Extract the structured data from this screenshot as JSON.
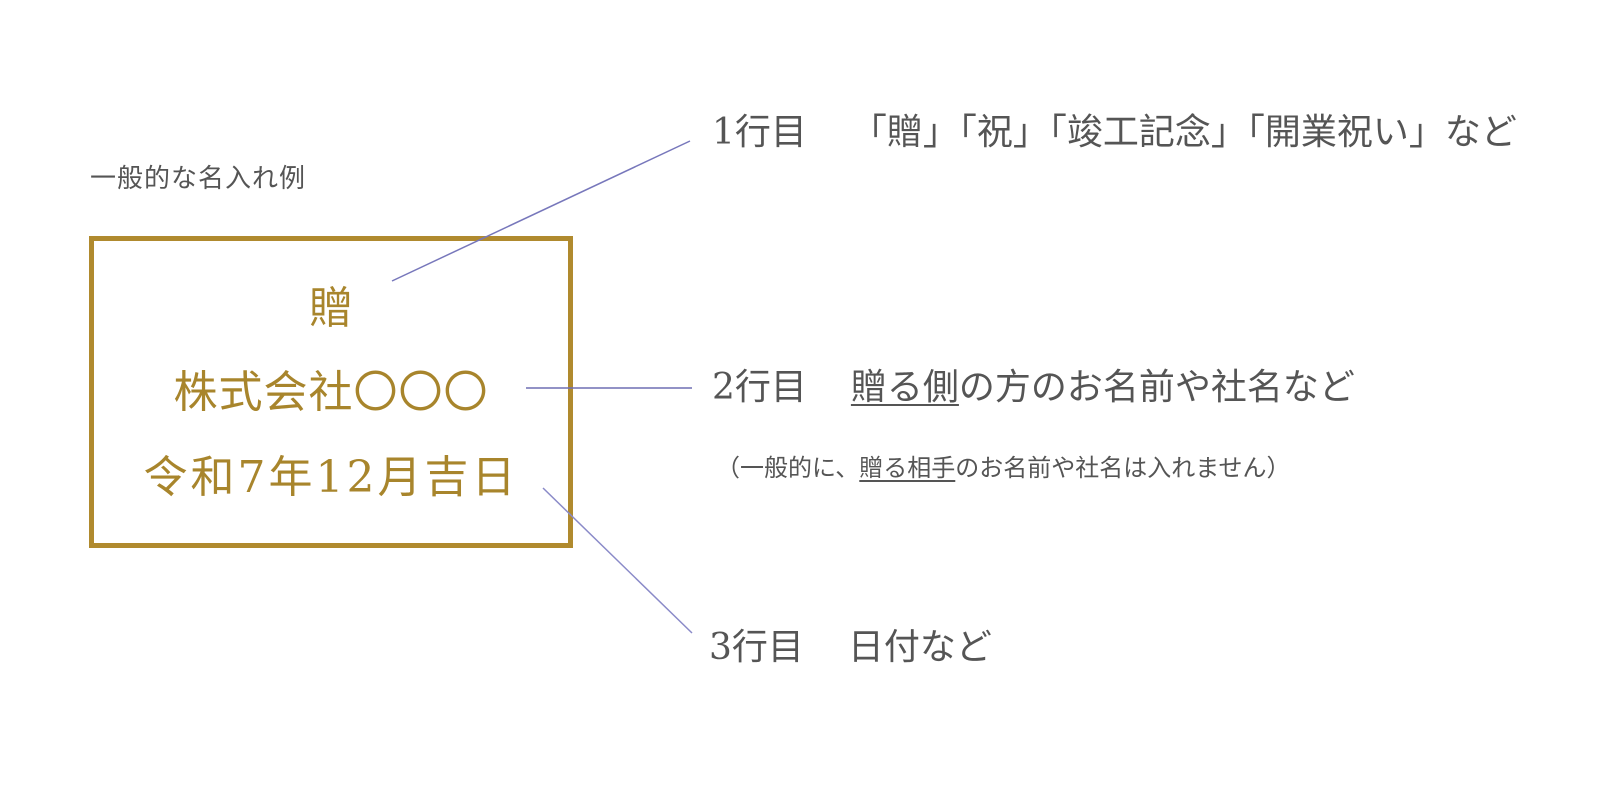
{
  "caption": "一般的な名入れ例",
  "plate": {
    "border_color": "#B08A2E",
    "text_color": "#A8852C",
    "lines": [
      "贈",
      "株式会社〇〇〇",
      "令和7年12月吉日"
    ]
  },
  "leader_color": "#7777BB",
  "descriptions": [
    {
      "number": "1行目",
      "text": "「贈」「祝」「竣工記念」「開業祝い」など"
    },
    {
      "number": "2行目",
      "underlined": "贈る側",
      "text": "の方のお名前や社名など"
    },
    {
      "number": "3行目",
      "text": "日付など"
    }
  ],
  "note": {
    "prefix": "（一般的に、",
    "underlined": "贈る相手",
    "suffix": "のお名前や社名は入れません）"
  }
}
